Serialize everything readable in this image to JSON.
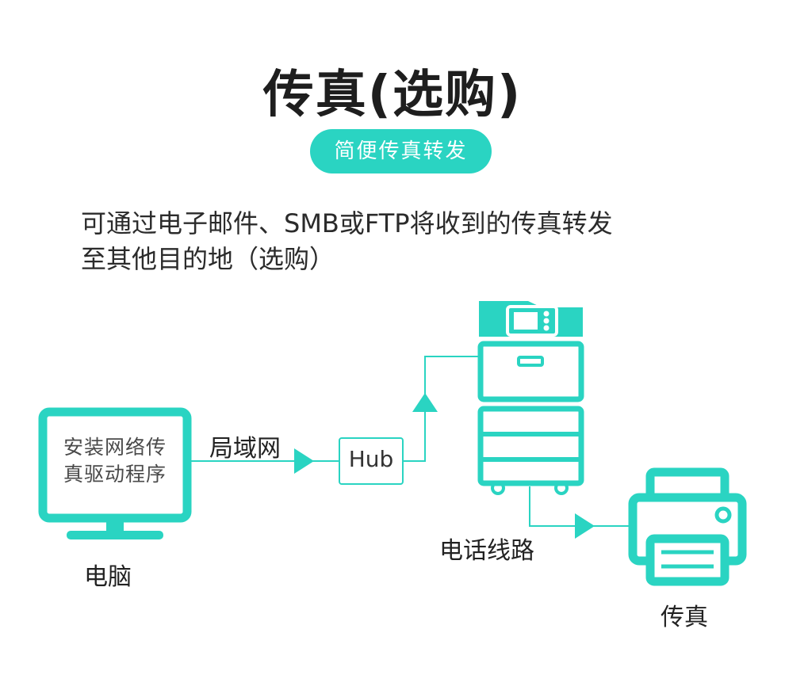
{
  "title": "传真(选购)",
  "badge": "简便传真转发",
  "description": {
    "line1": "可通过电子邮件、SMB或FTP将收到的传真转发",
    "line2": "至其他目的地（选购）"
  },
  "computer": {
    "screen_text_line1": "安装网络传",
    "screen_text_line2": "真驱动程序",
    "label": "电脑"
  },
  "lan_label": "局域网",
  "hub_label": "Hub",
  "phone_line_label": "电话线路",
  "fax_label": "传真",
  "colors": {
    "accent": "#2ad4c2",
    "text": "#222222"
  }
}
